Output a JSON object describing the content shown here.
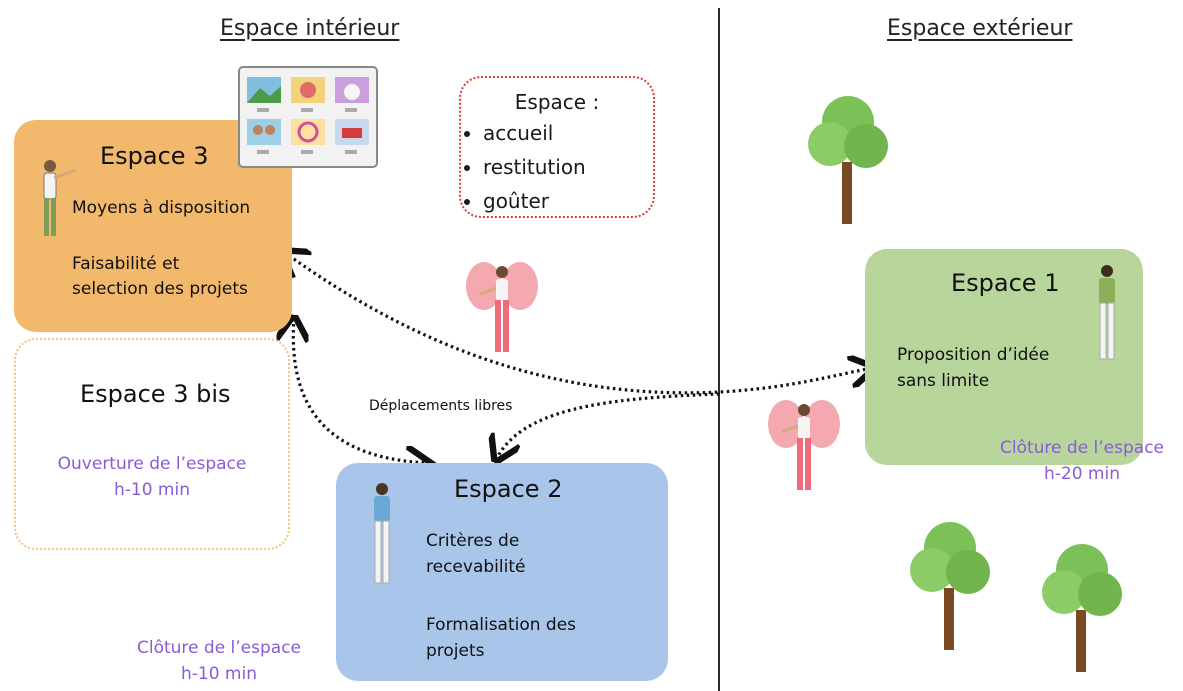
{
  "headings": {
    "interieur": "Espace intérieur",
    "exterieur": "Espace extérieur"
  },
  "info_box": {
    "title": "Espace :",
    "items": [
      "accueil",
      "restitution",
      "goûter"
    ]
  },
  "espace3": {
    "title": "Espace 3",
    "line1": "Moyens à disposition",
    "line2": "Faisabilité et",
    "line3": "selection des projets"
  },
  "espace3bis": {
    "title": "Espace 3 bis",
    "open_line1": "Ouverture de l’espace",
    "open_line2": "h-10 min"
  },
  "espace2": {
    "title": "Espace 2",
    "line1": "Critères de",
    "line2": "recevabilité",
    "line3": "Formalisation des",
    "line4": "projets",
    "close_line1": "Clôture de l’espace",
    "close_line2": "h-10 min"
  },
  "espace1": {
    "title": "Espace 1",
    "line1": "Proposition d’idée",
    "line2": "sans limite",
    "close_line1": "Clôture de l’espace",
    "close_line2": "h-20 min"
  },
  "movement_label": "Déplacements libres",
  "colors": {
    "espace3": "#f2b86b",
    "espace2": "#a9c6ea",
    "espace1": "#b8d59c",
    "info_border": "#e23b3b",
    "purple_text": "#8a5bd6"
  },
  "icons": [
    "picture-board-icon",
    "tree-icon",
    "fairy-icon",
    "person-icon"
  ]
}
